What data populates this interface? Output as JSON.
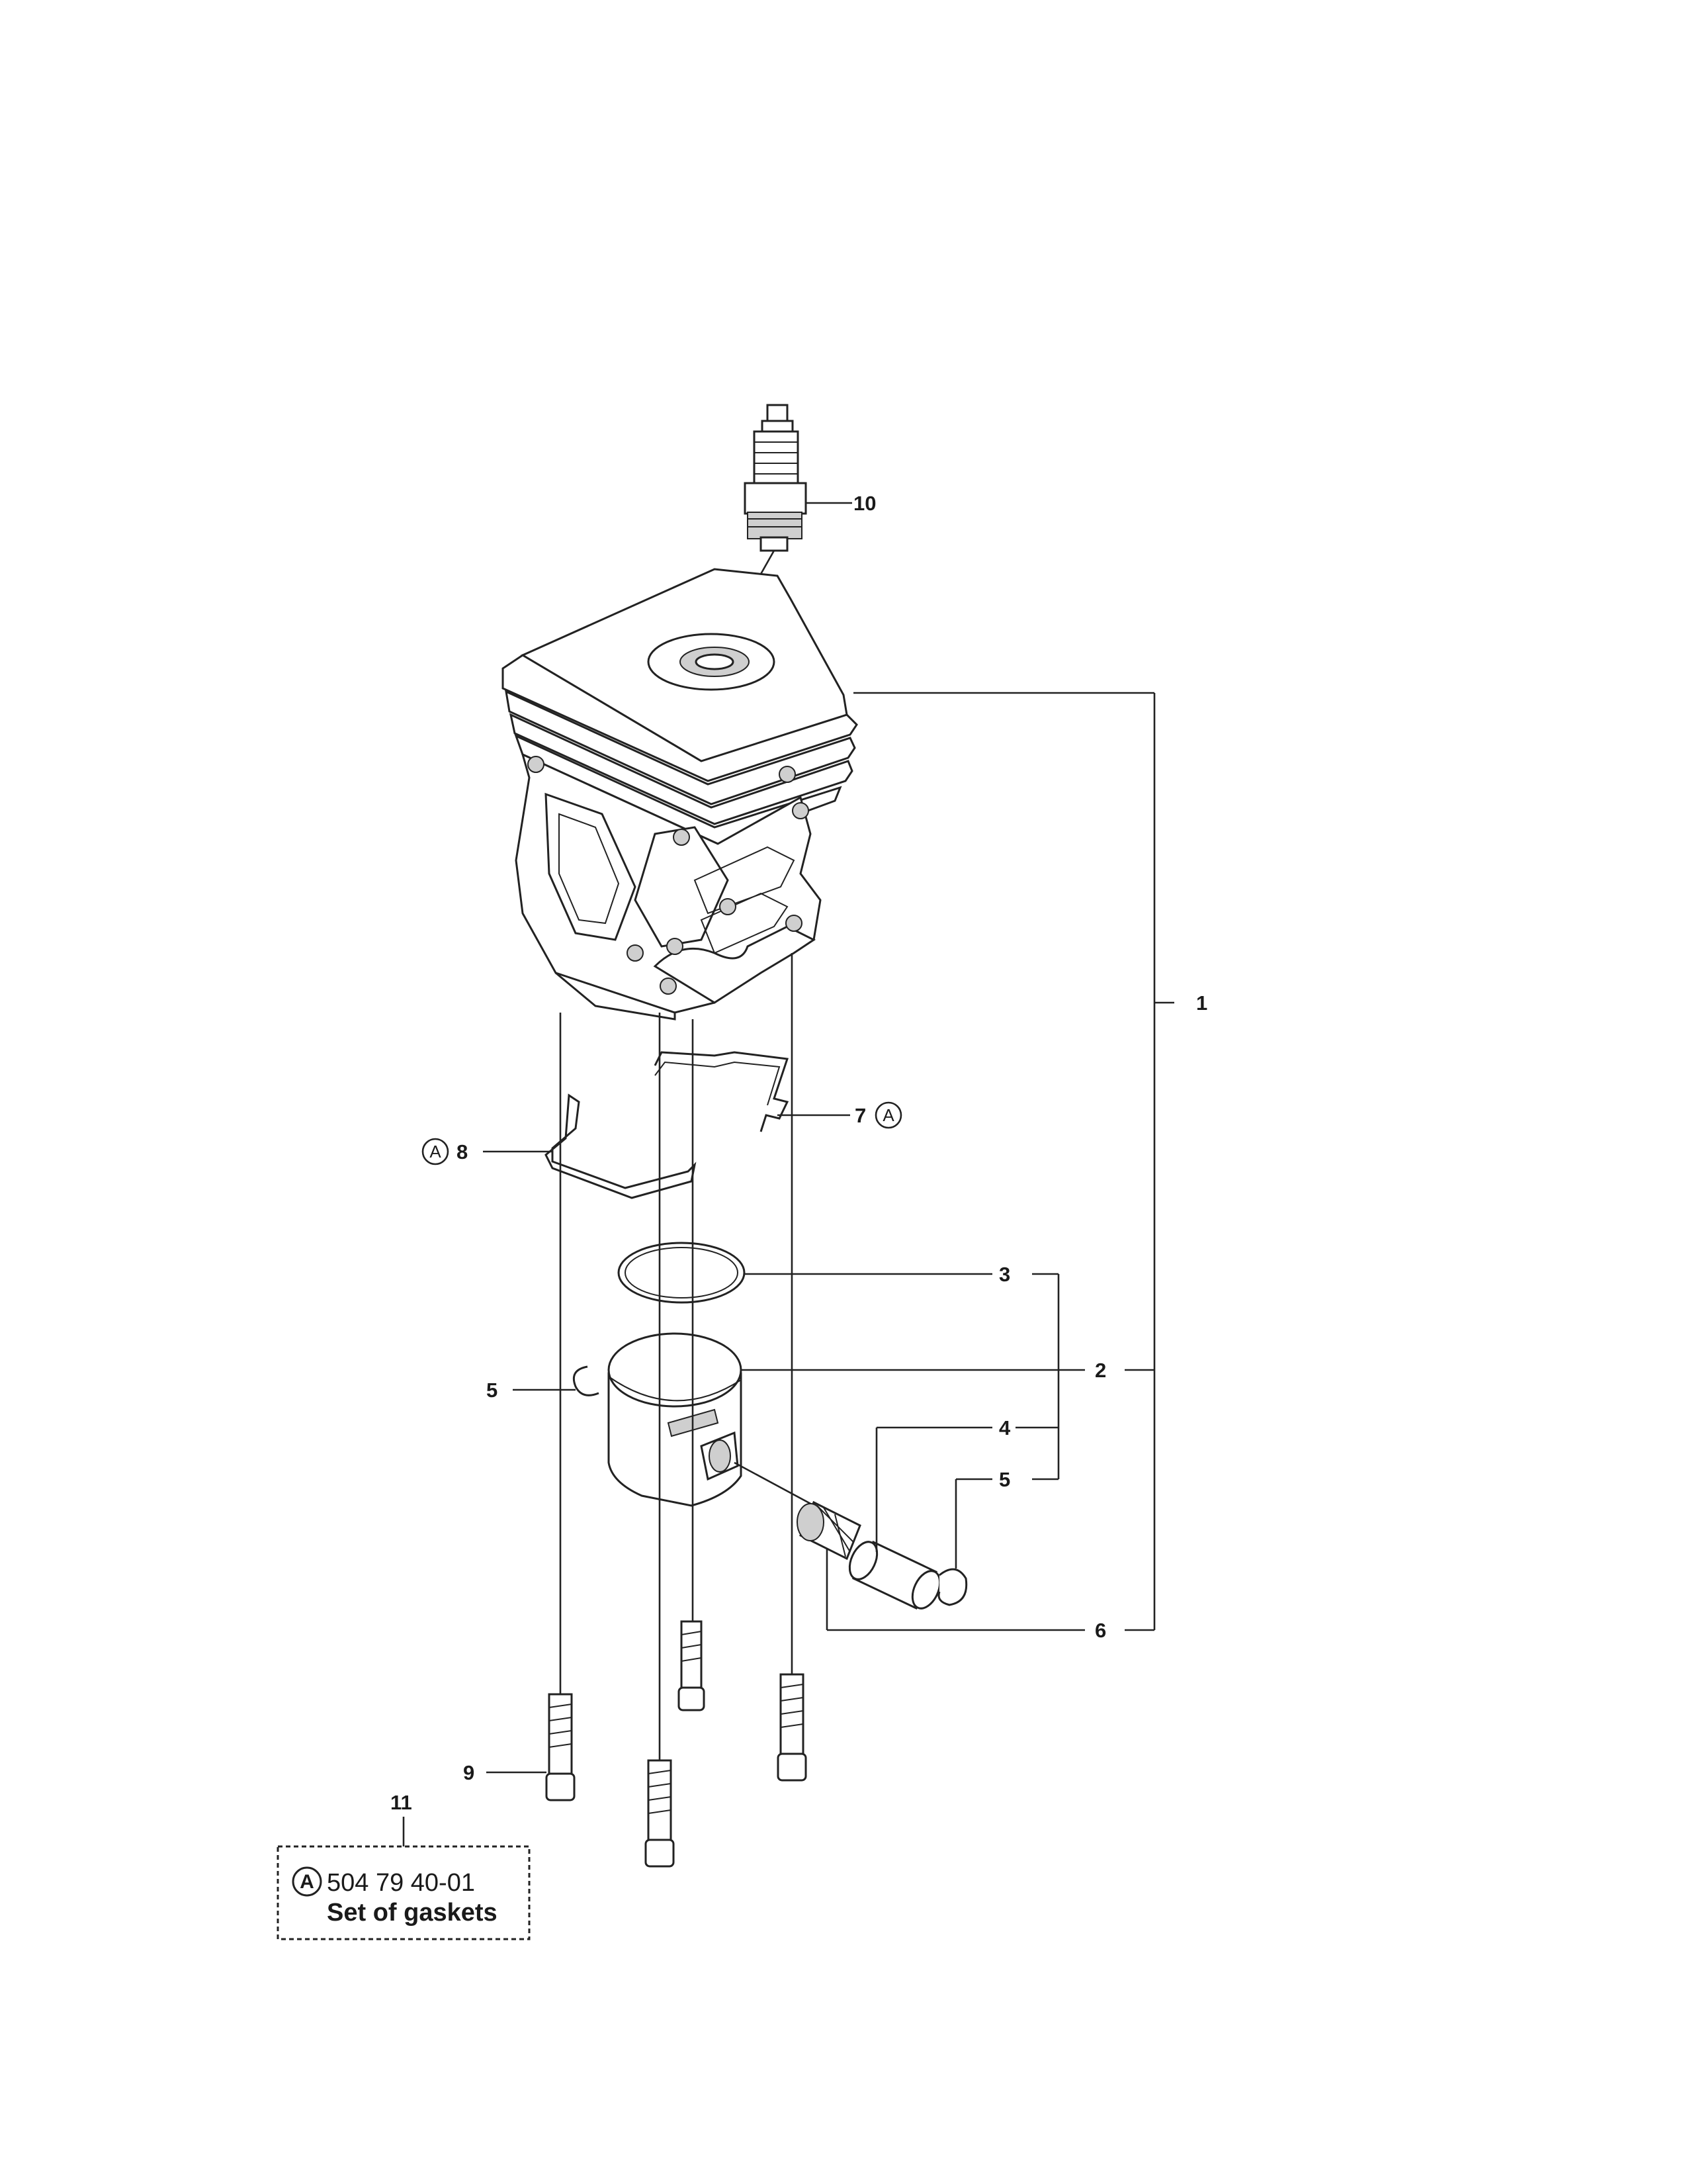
{
  "callouts": {
    "c1": "1",
    "c2": "2",
    "c3": "3",
    "c4": "4",
    "c5a": "5",
    "c5b": "5",
    "c6": "6",
    "c7": "7",
    "c8": "8",
    "c9": "9",
    "c10": "10",
    "c11": "11"
  },
  "gasket_marker": "A",
  "kit": {
    "marker": "A",
    "part_number": "504 79 40-01",
    "description": "Set of gaskets"
  }
}
